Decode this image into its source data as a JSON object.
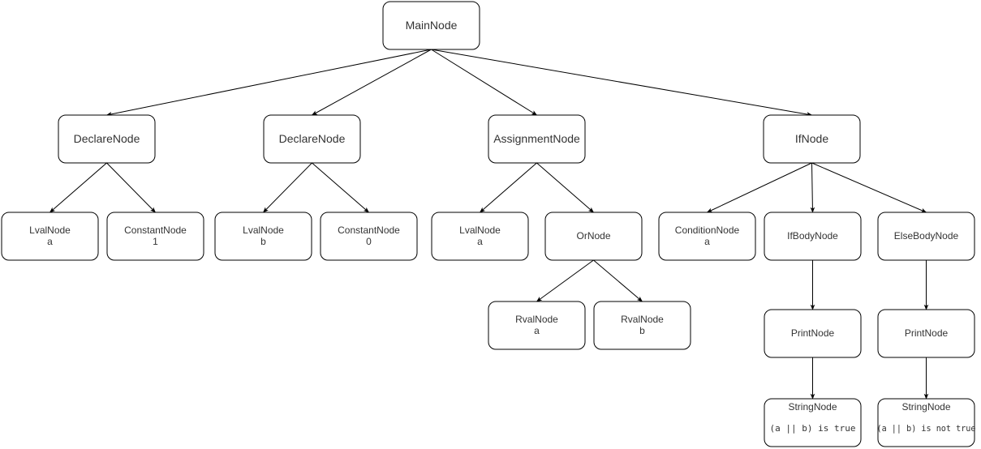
{
  "colors": {
    "stroke": "#000000",
    "fill": "#ffffff",
    "text": "#333333"
  },
  "nodes": {
    "main": {
      "label": "MainNode"
    },
    "declare_a": {
      "label": "DeclareNode"
    },
    "declare_b": {
      "label": "DeclareNode"
    },
    "assignment": {
      "label": "AssignmentNode"
    },
    "if": {
      "label": "IfNode"
    },
    "lval_a1": {
      "label": "LvalNode",
      "sub": "a"
    },
    "const_1": {
      "label": "ConstantNode",
      "sub": "1"
    },
    "lval_b": {
      "label": "LvalNode",
      "sub": "b"
    },
    "const_0": {
      "label": "ConstantNode",
      "sub": "0"
    },
    "lval_a2": {
      "label": "LvalNode",
      "sub": "a"
    },
    "or": {
      "label": "OrNode"
    },
    "rval_a": {
      "label": "RvalNode",
      "sub": "a"
    },
    "rval_b": {
      "label": "RvalNode",
      "sub": "b"
    },
    "condition": {
      "label": "ConditionNode",
      "sub": "a"
    },
    "ifbody": {
      "label": "IfBodyNode"
    },
    "elsebody": {
      "label": "ElseBodyNode"
    },
    "print_if": {
      "label": "PrintNode"
    },
    "print_else": {
      "label": "PrintNode"
    },
    "string_if": {
      "label": "StringNode",
      "sub": "(a || b) is true"
    },
    "string_else": {
      "label": "StringNode",
      "sub": "(a || b) is not true"
    }
  },
  "edges": [
    {
      "from": "main",
      "to": "declare_a"
    },
    {
      "from": "main",
      "to": "declare_b"
    },
    {
      "from": "main",
      "to": "assignment"
    },
    {
      "from": "main",
      "to": "if"
    },
    {
      "from": "declare_a",
      "to": "lval_a1"
    },
    {
      "from": "declare_a",
      "to": "const_1"
    },
    {
      "from": "declare_b",
      "to": "lval_b"
    },
    {
      "from": "declare_b",
      "to": "const_0"
    },
    {
      "from": "assignment",
      "to": "lval_a2"
    },
    {
      "from": "assignment",
      "to": "or"
    },
    {
      "from": "or",
      "to": "rval_a"
    },
    {
      "from": "or",
      "to": "rval_b"
    },
    {
      "from": "if",
      "to": "condition"
    },
    {
      "from": "if",
      "to": "ifbody"
    },
    {
      "from": "if",
      "to": "elsebody"
    },
    {
      "from": "ifbody",
      "to": "print_if"
    },
    {
      "from": "elsebody",
      "to": "print_else"
    },
    {
      "from": "print_if",
      "to": "string_if"
    },
    {
      "from": "print_else",
      "to": "string_else"
    }
  ]
}
